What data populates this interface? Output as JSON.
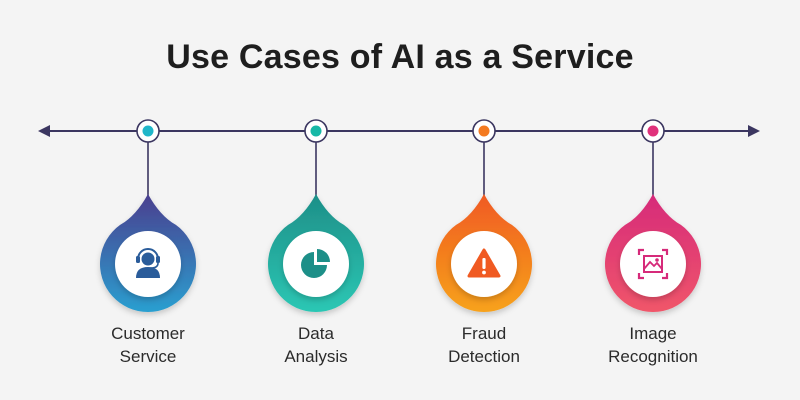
{
  "title": "Use Cases of AI as a Service",
  "colors": {
    "axis": "#3b3660",
    "background": "#f4f4f4"
  },
  "items": [
    {
      "line1": "Customer",
      "line2": "Service",
      "icon": "headset-user-icon",
      "color_top": "#4a3f8f",
      "color_bottom": "#2a9fd0",
      "dot": "#1fb6c9"
    },
    {
      "line1": "Data",
      "line2": "Analysis",
      "icon": "pie-chart-icon",
      "color_top": "#1d8f88",
      "color_bottom": "#2cc7b4",
      "dot": "#17b8a6"
    },
    {
      "line1": "Fraud",
      "line2": "Detection",
      "icon": "warning-icon",
      "color_top": "#f05a22",
      "color_bottom": "#f7a21b",
      "dot": "#f47a20"
    },
    {
      "line1": "Image",
      "line2": "Recognition",
      "icon": "image-scan-icon",
      "color_top": "#d62a7a",
      "color_bottom": "#f0566a",
      "dot": "#e0327c"
    }
  ]
}
